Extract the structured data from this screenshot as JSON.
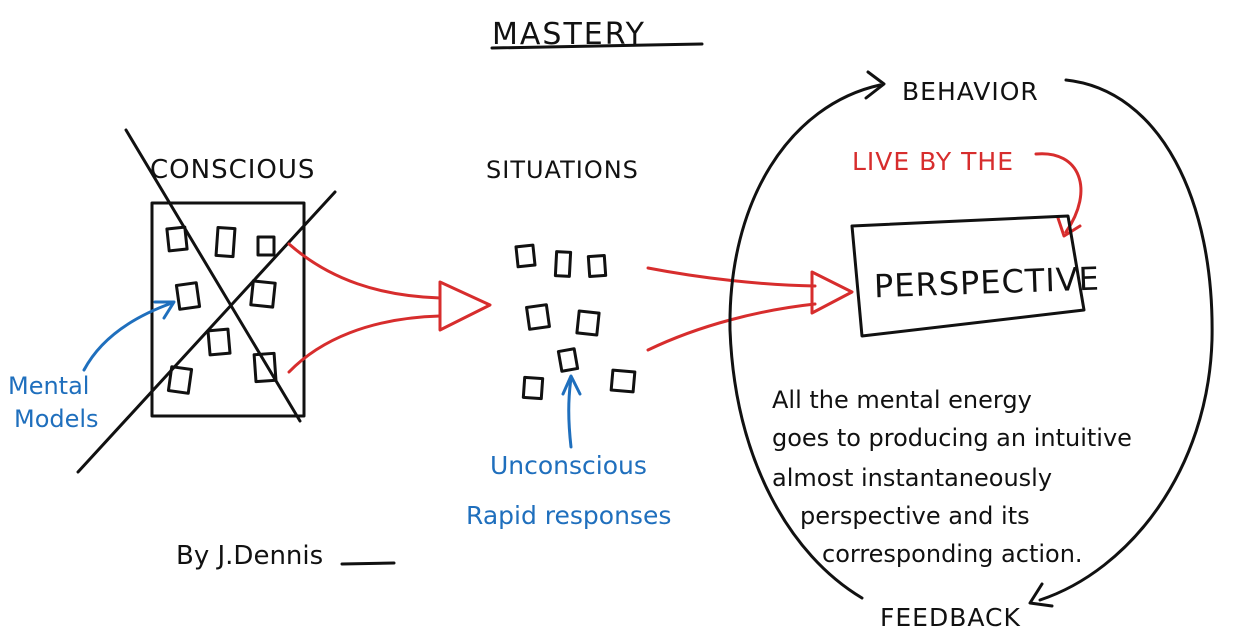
{
  "title": "MASTERY",
  "left": {
    "heading": "CONSCIOUS",
    "annotation_line1": "Mental",
    "annotation_line2": "Models"
  },
  "middle": {
    "heading": "SITUATIONS",
    "annotation_line1": "Unconscious",
    "annotation_line2": "Rapid responses"
  },
  "right": {
    "top_label": "BEHAVIOR",
    "bottom_label": "FEEDBACK",
    "red_note": "LIVE BY THE",
    "box_label": "PERSPECTIVE",
    "description_lines": [
      "All the mental energy",
      "goes to producing an intuitive",
      "almost instantaneously",
      "perspective and its",
      "corresponding action."
    ]
  },
  "signature": "By J.Dennis",
  "colors": {
    "ink": "#111111",
    "red": "#d72d2d",
    "blue": "#1f6fbd"
  }
}
